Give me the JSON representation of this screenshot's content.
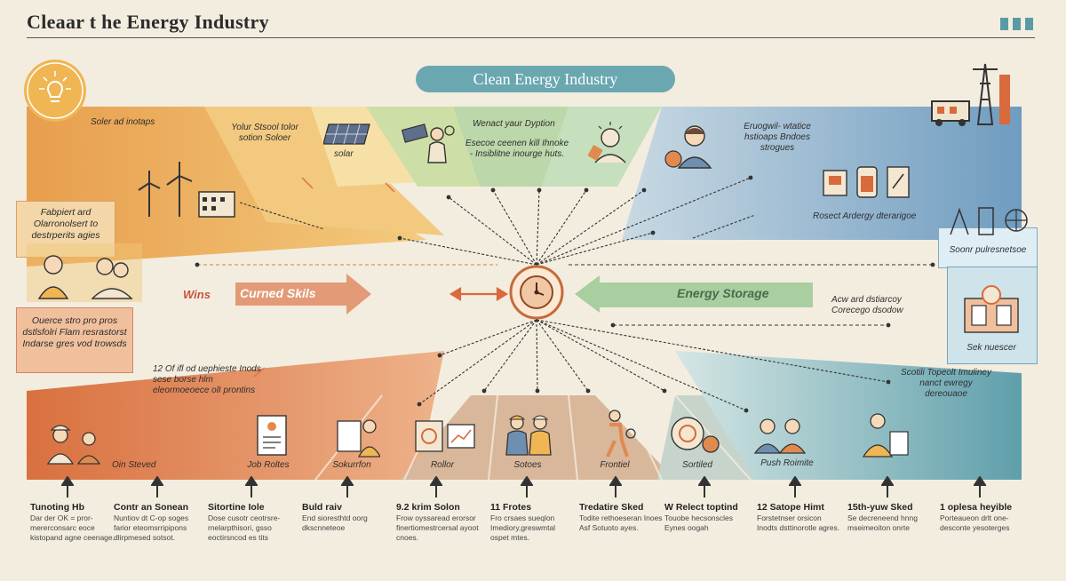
{
  "header": {
    "title": "Cleaar t he Energy Industry",
    "center_title": "Clean Energy Industry"
  },
  "top_labels": [
    {
      "text": "Soler ad inotaps"
    },
    {
      "text": "Yolur Stsool tolor sotion Soloer"
    },
    {
      "text": "solar"
    },
    {
      "text": "Wenact yaur Dyption"
    },
    {
      "text": "Esecoe ceenen kill Ihnoke - Insiblitne inourge huts."
    },
    {
      "text": "Eruogwil- wtatice hstioaps Bndoes strogues"
    },
    {
      "text": "Rosect Ardergy dterarigoe"
    }
  ],
  "left_box_top": "Fabpiert ard Olarronolsert to destrperits agies",
  "left_box_bottom": "Ouerce stro pro pros dstlsfolri Flam resrastorst Indarse gres vod trowsds",
  "middle": {
    "wins": "Wins",
    "curned_skills": "Curned Skils",
    "energy_storage": "Energy Storage",
    "right_note": "Acw ard dstiarcoy Corecego dsodow",
    "right_top": "Soonr pulresnetsoe",
    "right_bottom": "Sek nuescer"
  },
  "lower_labels": [
    {
      "text": "12 Of ifl od uephieste Inods sese borse hlm eleormoeoece olI prontins"
    },
    {
      "text": "Scotili Topeolt Imuliney nanct ewregy dereouaoe"
    }
  ],
  "band_labels": [
    "Oin Steved",
    "Job Roltes",
    "Sokurrfon",
    "Rollor",
    "Sotoes",
    "Frontiel",
    "Sortiled",
    "Push Roimite"
  ],
  "captions": [
    {
      "title": "Tunoting Hb",
      "text": "Dar der OK = pror- mererconsarc eoce kistopand agne ceenage."
    },
    {
      "title": "Contr an Sonean",
      "text": "Nuntiov dt C-op soges farior eteomsrripipons dlirpmesed sotsot."
    },
    {
      "title": "Sitortine Iole",
      "text": "Dose cusotr ceotrsre- rnelarpthisori, gsso eoctirsncod es tits"
    },
    {
      "title": "Buld raiv",
      "text": "End sioresthtd oorg dkscnneteoe"
    },
    {
      "title": "9.2 krim Solon",
      "text": "Frow oyssaread erorsor finertiomestrcersal ayoot cnoes."
    },
    {
      "title": "11 Frotes",
      "text": "Fro crsaes sueqlon Imediory,greswmtal ospet mtes."
    },
    {
      "title": "Tredatire Sked",
      "text": "Todite rethoeseran Inoes Asf Sotuoto ayes."
    },
    {
      "title": "W Relect toptind",
      "text": "Touobe hecsonscles Eynes oogah"
    },
    {
      "title": "12 Satope Himt",
      "text": "Forstetnser orsicon Inodts dsttinorotle agres."
    },
    {
      "title": "15th-yuw Sked",
      "text": "Se decreneend hnng mseimeoiton onrte"
    },
    {
      "title": "1 oplesa heyible",
      "text": "Porteaueon drlt one- desconte yesoterges"
    }
  ],
  "colors": {
    "cream": "#f3ede0",
    "teal": "#6aa7b1",
    "orange": "#e08a4f",
    "yellow": "#f0c05c",
    "sage": "#a8c8a0",
    "blue": "#7fa6c2"
  }
}
